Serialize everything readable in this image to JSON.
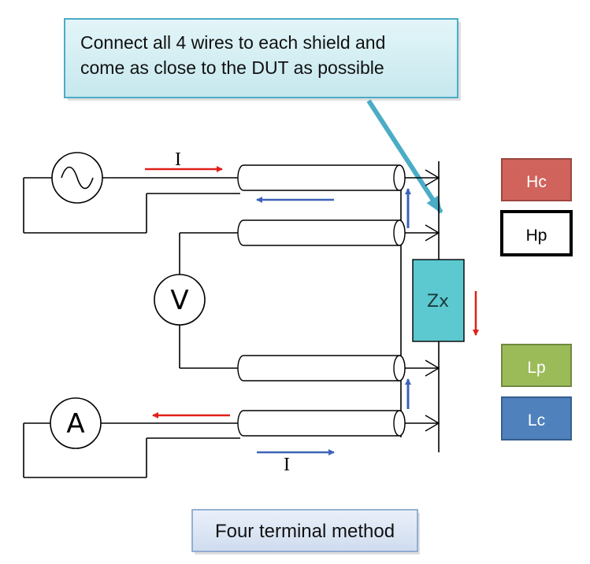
{
  "callout": {
    "line1": "Connect all 4 wires to each shield and",
    "line2": "come as close to the DUT as possible"
  },
  "current_label_top": "I",
  "current_label_bottom": "I",
  "voltmeter_symbol": "V",
  "ammeter_symbol": "A",
  "dut_label": "Zx",
  "terminals": [
    {
      "label": "Hc",
      "fill": "#d0635c",
      "text_color": "#ffffff"
    },
    {
      "label": "Hp",
      "fill": "#ffffff",
      "text_color": "#000000"
    },
    {
      "label": "Lp",
      "fill": "#9bbb59",
      "text_color": "#ffffff"
    },
    {
      "label": "Lc",
      "fill": "#4f81bd",
      "text_color": "#ffffff"
    }
  ],
  "caption": "Four terminal method",
  "colors": {
    "callout_fill": "#d5eff3",
    "callout_border": "#4bacc6",
    "dut_fill": "#5cc8cf",
    "red_arrow": "#e0201a",
    "blue_arrow": "#3c63b8",
    "caption_fill": "#dde7f4",
    "caption_border": "#7f9fcb"
  }
}
